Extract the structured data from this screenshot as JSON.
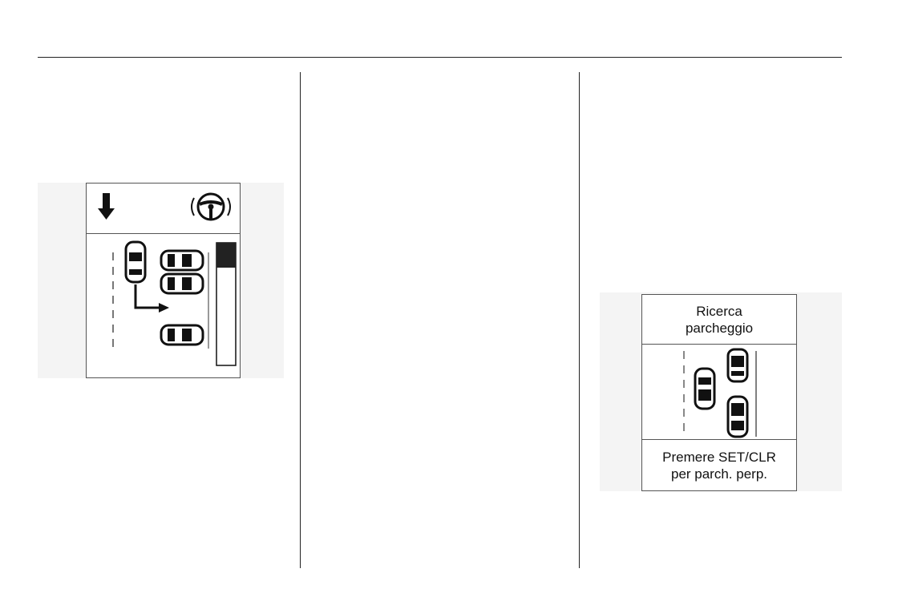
{
  "figure_1": {
    "icons": {
      "direction": "down-arrow-icon",
      "steering": "steering-wheel-icon"
    },
    "progress_fraction": 0.2
  },
  "figure_2": {
    "top_lines": [
      "Ricerca",
      "parcheggio"
    ],
    "bottom_lines": [
      "Premere SET/CLR",
      "per parch. perp."
    ]
  }
}
